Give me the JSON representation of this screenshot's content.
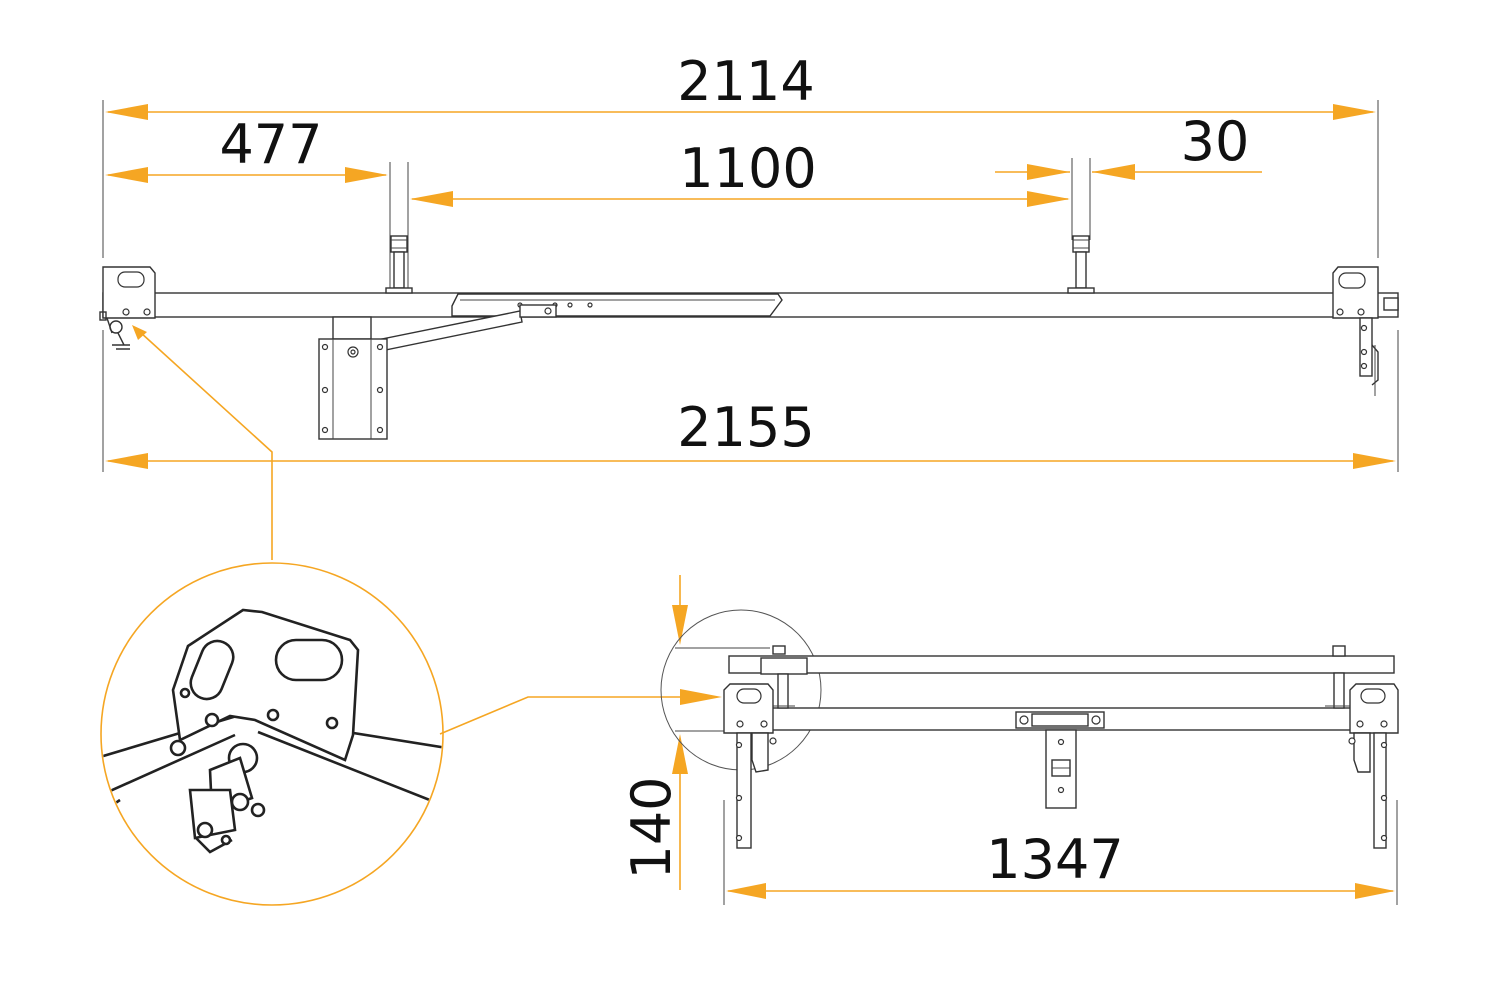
{
  "colors": {
    "accent": "#f5a623",
    "line": "#333333",
    "text": "#111111",
    "background": "#ffffff"
  },
  "dimensions": {
    "d2114": "2114",
    "d477": "477",
    "d1100": "1100",
    "d30": "30",
    "d2155": "2155",
    "d140": "140",
    "d1347": "1347"
  }
}
